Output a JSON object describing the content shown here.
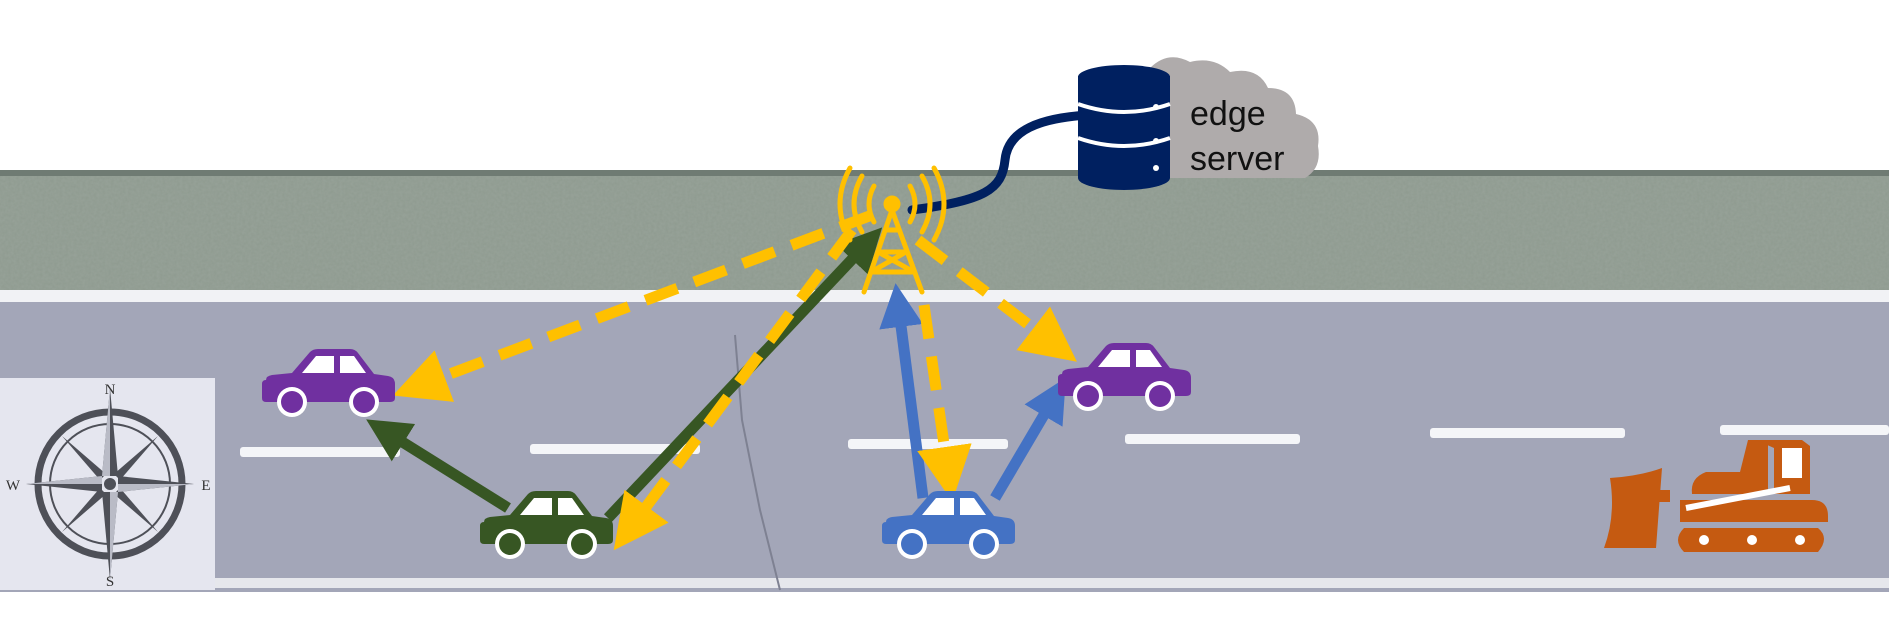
{
  "edge_server": {
    "label_line1": "edge",
    "label_line2": "server"
  },
  "compass": {
    "north": "N",
    "south": "S",
    "east": "E",
    "west": "W"
  },
  "icons": {
    "database": "database-icon",
    "cloud": "cloud-icon",
    "tower": "cell-tower-icon",
    "car": "car-icon",
    "bulldozer": "bulldozer-icon",
    "compass": "compass-rose-icon"
  },
  "colors": {
    "broadcast": "#FFC000",
    "green_vehicle": "#375623",
    "blue_vehicle": "#4472C4",
    "purple_vehicle": "#7030A0",
    "bulldozer": "#C55A11",
    "server": "#002060",
    "cloud": "#AFABAB"
  }
}
